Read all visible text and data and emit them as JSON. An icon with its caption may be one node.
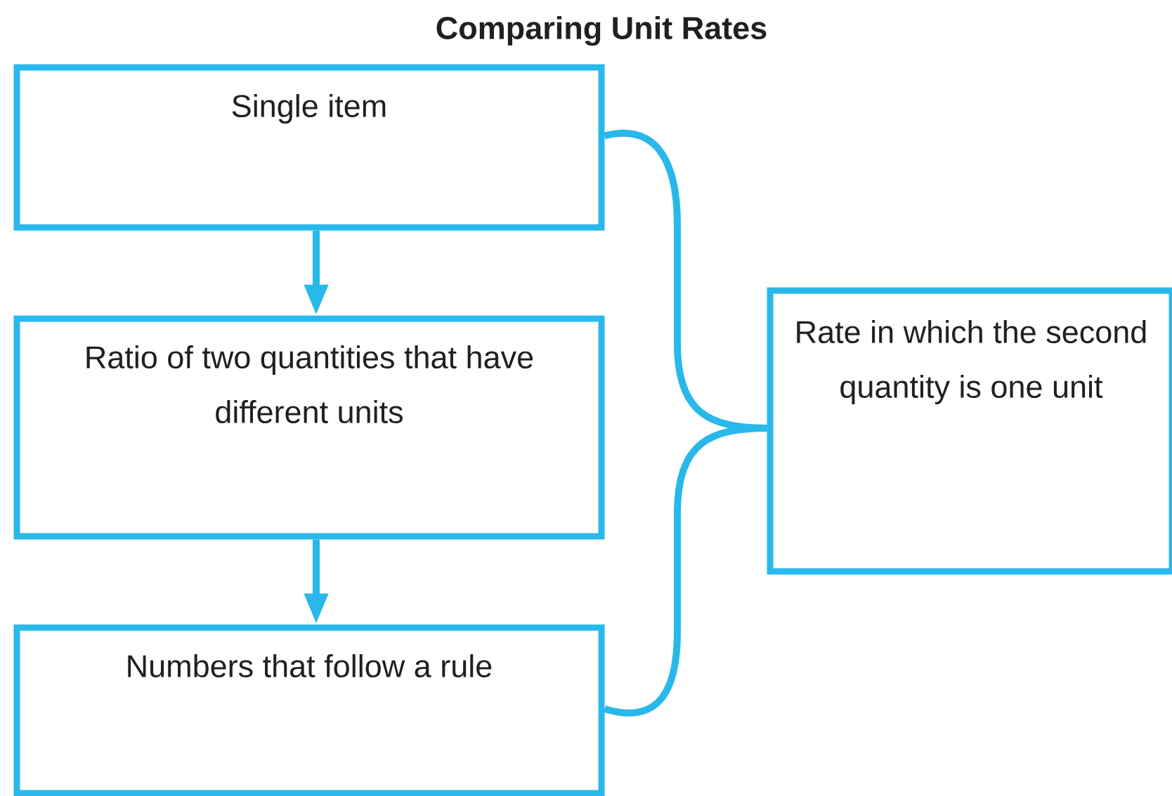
{
  "diagram": {
    "title": "Comparing Unit Rates",
    "nodes": [
      {
        "text": [
          "Single item"
        ]
      },
      {
        "text": [
          "Ratio of two quantities that have different units"
        ]
      },
      {
        "text": [
          "Numbers that follow a rule"
        ]
      },
      {
        "text": [
          "Rate in which the second quantity is one unit"
        ]
      }
    ],
    "edges": [
      {
        "from": 0,
        "to": 1,
        "arrow": "to"
      },
      {
        "from": 1,
        "to": 2,
        "arrow": "to"
      },
      {
        "from": 0,
        "to": 3,
        "arrow": "none"
      },
      {
        "from": 2,
        "to": 3,
        "arrow": "none"
      }
    ]
  }
}
